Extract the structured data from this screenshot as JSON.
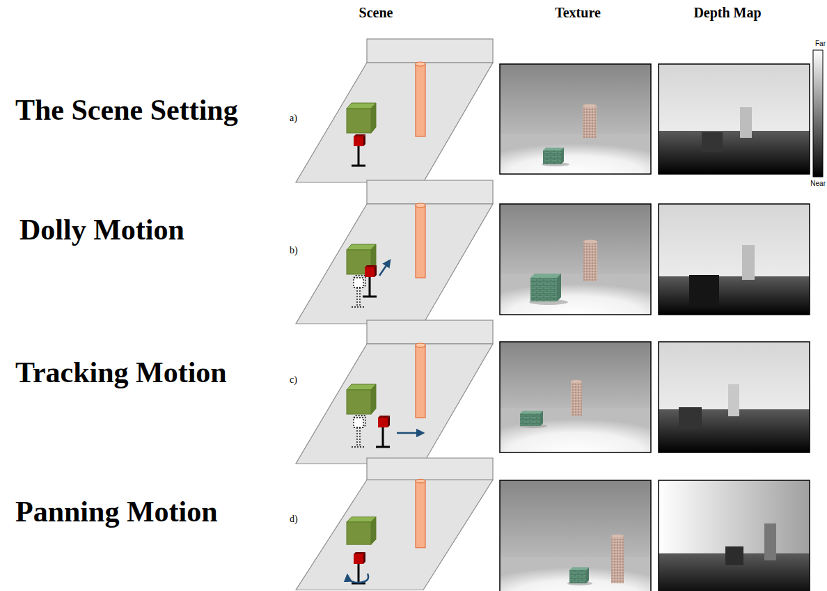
{
  "diagram": {
    "labels": [
      "Scene",
      "Texture",
      "Depth Map",
      "Far",
      "Near",
      "The Scene Setting",
      "a)",
      "Dolly Motion",
      "b)",
      "Tracking Motion",
      "c)",
      "Panning Motion",
      "d)"
    ]
  }
}
